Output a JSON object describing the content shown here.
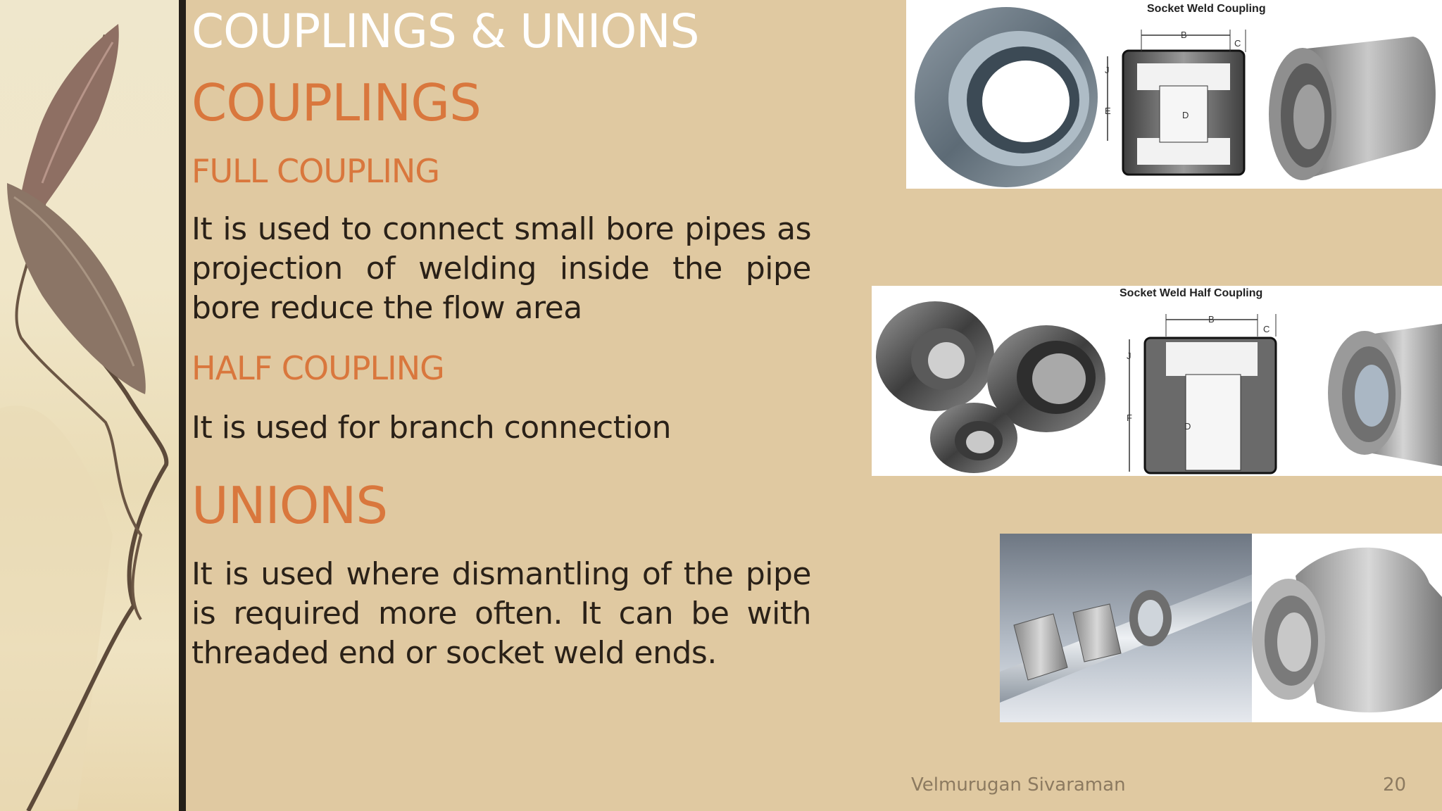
{
  "slide": {
    "title": "COUPLINGS & UNIONS",
    "section_couplings": "COUPLINGS",
    "full_coupling_heading": "FULL COUPLING",
    "full_coupling_text": "It is used to connect small bore pipes as projection of welding inside the pipe bore reduce the flow area",
    "half_coupling_heading": "HALF COUPLING",
    "half_coupling_text": "It is used for branch connection",
    "section_unions": "UNIONS",
    "unions_text": "It is used where dismantling of the pipe is required more often. It can be with threaded end or socket weld ends."
  },
  "images": {
    "full_coupling_caption": "Socket Weld Coupling",
    "half_coupling_caption": "Socket Weld Half Coupling",
    "dimension_labels": {
      "b": "B",
      "c": "C",
      "d": "D",
      "e": "E",
      "f": "F",
      "j": "J"
    }
  },
  "footer": {
    "author": "Velmurugan Sivaraman",
    "page_number": "20"
  },
  "colors": {
    "background": "#e0c9a1",
    "accent_orange": "#d9773d",
    "title_white": "#ffffff",
    "body_text": "#2a2118",
    "divider": "#231e18"
  },
  "icons": [
    "leaf-branch-illustration",
    "socket-weld-coupling-photo",
    "socket-weld-half-coupling-photo",
    "union-fitting-photo"
  ]
}
